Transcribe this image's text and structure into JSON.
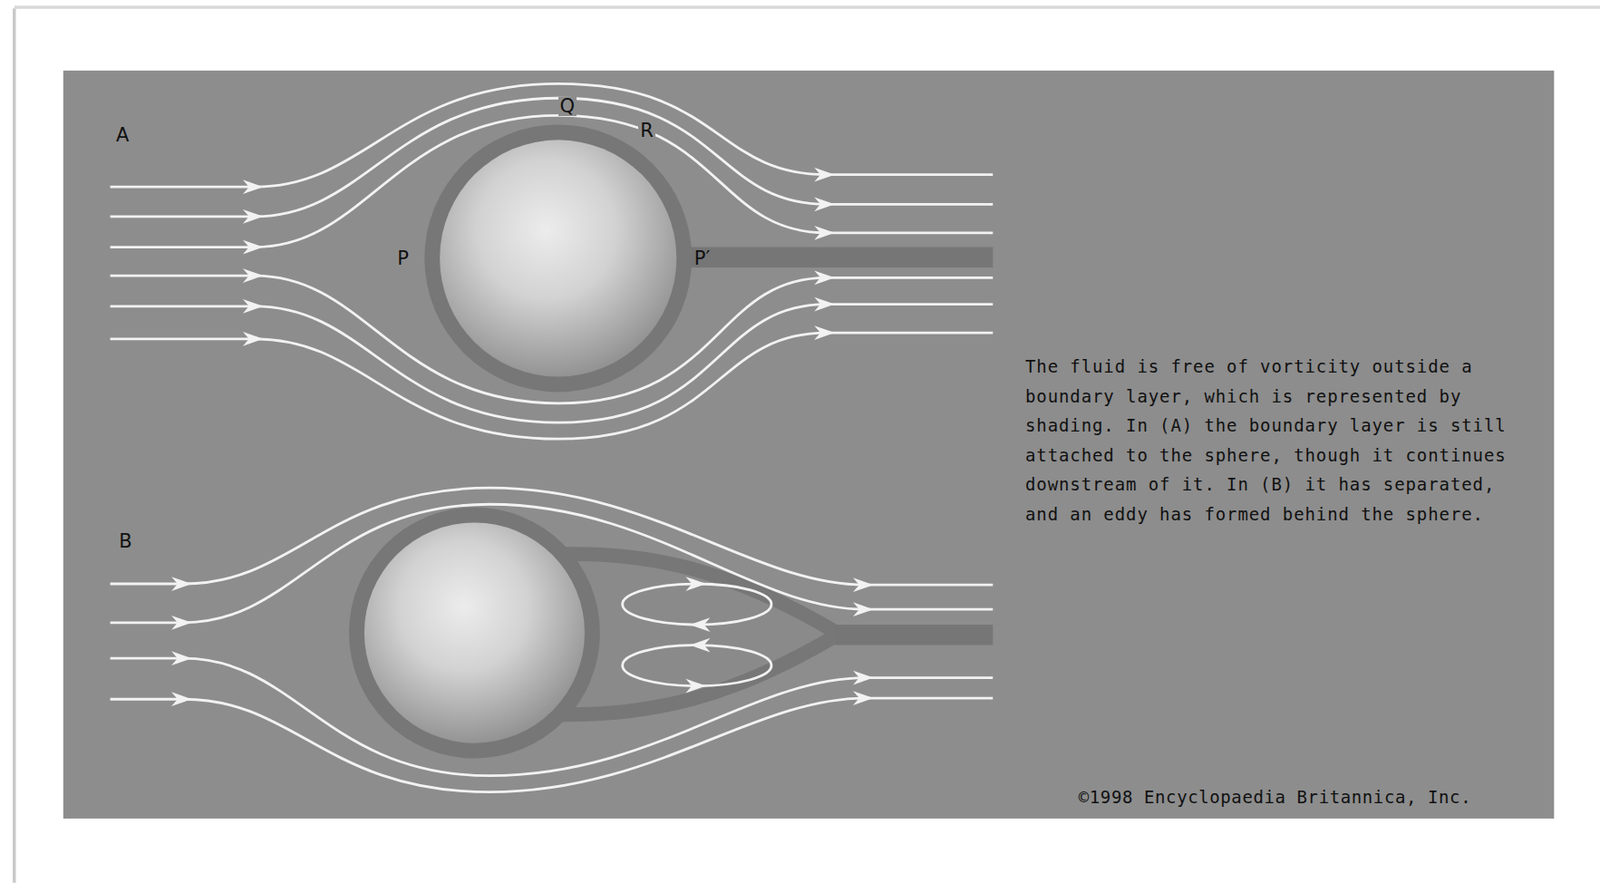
{
  "diagram": {
    "caption": "The fluid is free of vorticity outside a boundary layer, which is represented by shading. In (A) the boundary layer is still attached to the sphere, though it continues downstream of it. In (B) it has separated, and an eddy has formed behind the sphere.",
    "labels": [
      "A",
      "Q",
      "R",
      "P",
      "P′",
      "B",
      "©1998 Encyclopaedia Britannica, Inc."
    ]
  }
}
